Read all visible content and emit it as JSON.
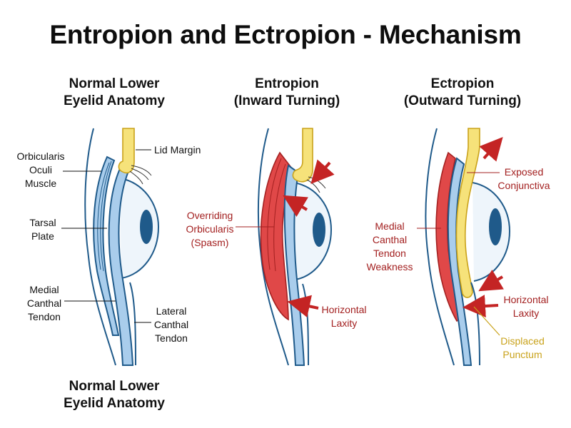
{
  "title": "Entropion and Ectropion - Mechanism",
  "panels": [
    {
      "title_line1": "Normal Lower",
      "title_line2": "Eyelid Anatomy"
    },
    {
      "title_line1": "Entropion",
      "title_line2": "(Inward Turning)"
    },
    {
      "title_line1": "Ectropion",
      "title_line2": "(Outward Turning)"
    }
  ],
  "bottom_caption": {
    "line1": "Normal Lower",
    "line2": "Eyelid Anatomy"
  },
  "labels": {
    "normal": {
      "lid_margin": "Lid Margin",
      "orbicularis": [
        "Orbicularis",
        "Oculi",
        "Muscle"
      ],
      "tarsal": [
        "Tarsal",
        "Plate"
      ],
      "medial": [
        "Medial",
        "Canthal",
        "Tendon"
      ],
      "lateral": [
        "Lateral",
        "Canthal",
        "Tendon"
      ]
    },
    "entropion": {
      "overriding": [
        "Overriding",
        "Orbicularis",
        "(Spasm)"
      ],
      "laxity": [
        "Horizontal",
        "Laxity"
      ]
    },
    "ectropion": {
      "exposed": [
        "Exposed",
        "Conjunctiva"
      ],
      "medial": [
        "Medial",
        "Canthal",
        "Tendon",
        "Weakness"
      ],
      "laxity": [
        "Horizontal",
        "Laxity"
      ],
      "punctum": [
        "Displaced",
        "Punctum"
      ]
    }
  },
  "colors": {
    "outline": "#1f5a8a",
    "tissue_blue": "#a9cdec",
    "muscle_red": "#e04848",
    "tarsus_yellow": "#f6e27a",
    "label_dark": "#111111",
    "label_red": "#a32020",
    "label_gold": "#c9a21a",
    "arrow_red": "#c42424"
  }
}
